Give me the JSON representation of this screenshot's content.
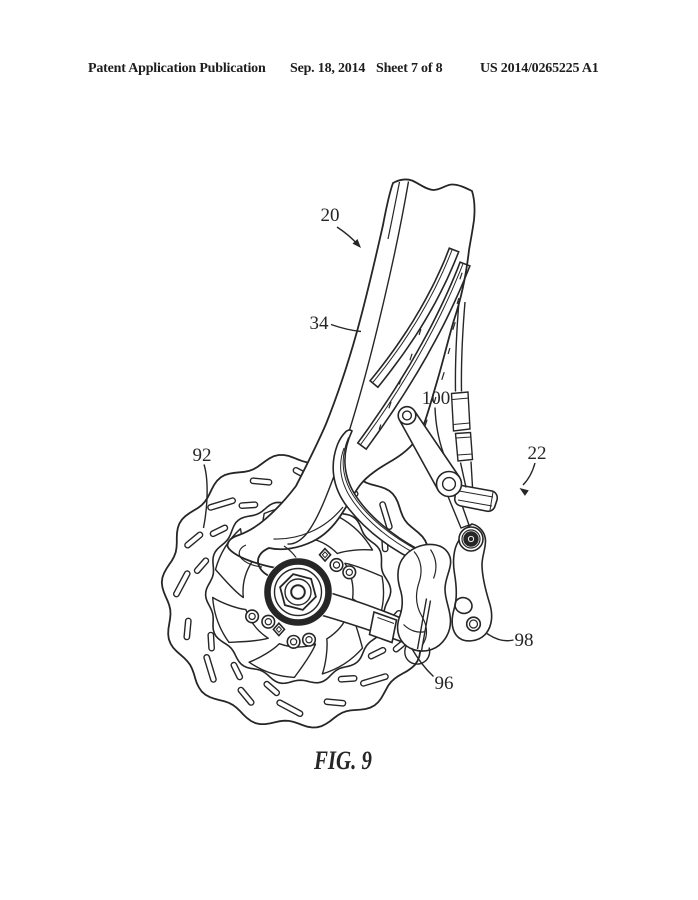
{
  "header": {
    "publication": "Patent Application Publication",
    "date": "Sep. 18, 2014",
    "sheet": "Sheet 7 of 8",
    "document_number": "US 2014/0265225 A1"
  },
  "figure": {
    "caption": "FIG. 9",
    "labels": [
      {
        "ref": "20"
      },
      {
        "ref": "34"
      },
      {
        "ref": "100"
      },
      {
        "ref": "92"
      },
      {
        "ref": "22"
      },
      {
        "ref": "98"
      },
      {
        "ref": "96"
      }
    ],
    "parts": {
      "20": "fork assembly",
      "34": "fork blade",
      "100": "linkage",
      "92": "brake rotor",
      "22": "brake caliper assembly",
      "98": "adapter bracket",
      "96": "caliper body"
    },
    "ink_color": "#262626",
    "paper_color": "#ffffff"
  }
}
